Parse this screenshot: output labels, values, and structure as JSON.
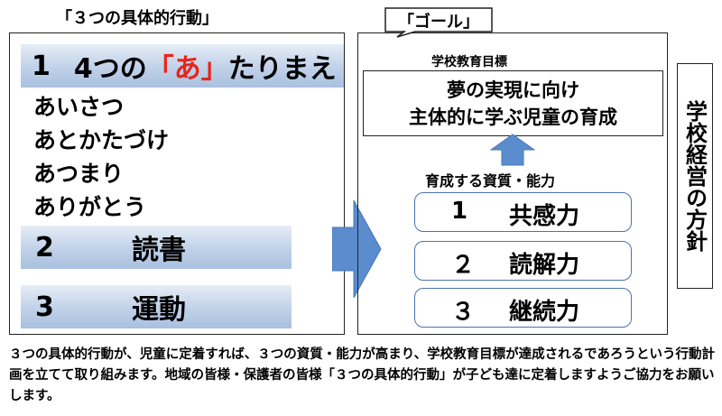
{
  "left_panel": {
    "title": "「３つの具体的行動」",
    "item1": {
      "number": "1",
      "prefix": "4つの",
      "quote": "「あ」",
      "suffix": "たりまえ",
      "sub_items": [
        "あいさつ",
        "あとかたづけ",
        "あつまり",
        "ありがとう"
      ]
    },
    "item2": {
      "number": "2",
      "label": "読書"
    },
    "item3": {
      "number": "3",
      "label": "運動"
    }
  },
  "right_panel": {
    "callout": "「ゴール」",
    "goal_label": "学校教育目標",
    "goal_lines": [
      "夢の実現に向け",
      "主体的に学ぶ児童の育成"
    ],
    "qualities_label": "育成する資質・能力",
    "abilities": [
      {
        "number": "1",
        "label": "共感力"
      },
      {
        "number": "２",
        "label": "読解力"
      },
      {
        "number": "３",
        "label": "継続力"
      }
    ]
  },
  "policy": "学校経営の方針",
  "footer": "３つの具体的行動が、児童に定着すれば、３つの資質・能力が高まり、学校教育目標が達成されるであろうという行動計画を立てて取り組みます。地域の皆様・保護者の皆様「３つの具体的行動」が子ども達に定着しますようご協力をお願いします。",
  "colors": {
    "accent_red": "#e8261b",
    "arrow_blue": "#5b8ccd",
    "band_blue": "#b8cbe6",
    "ability_border": "#4a72b0"
  }
}
